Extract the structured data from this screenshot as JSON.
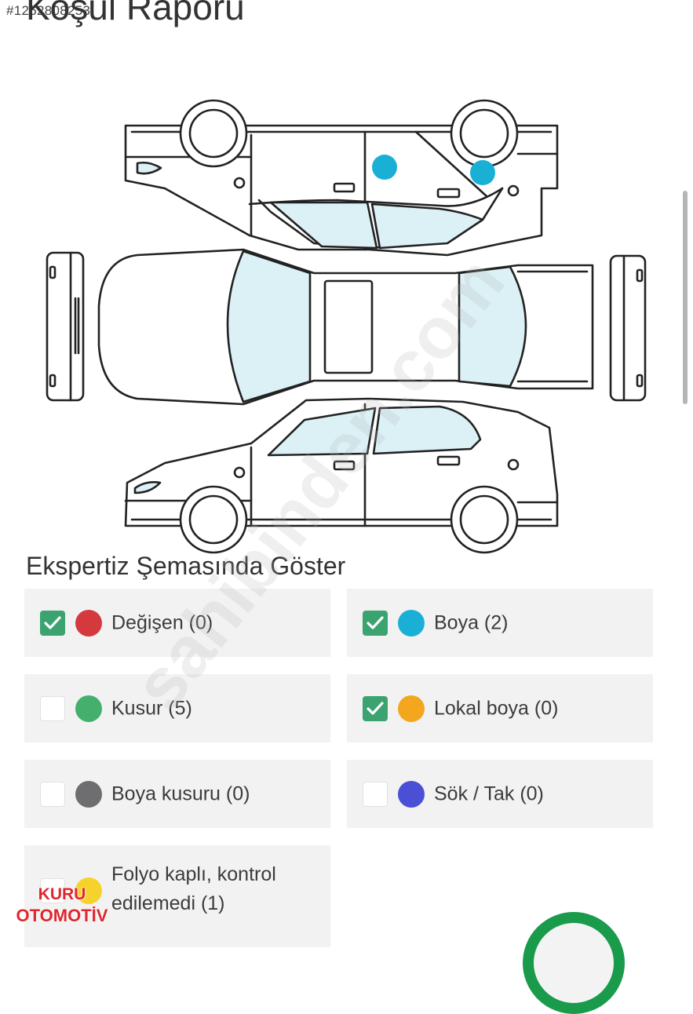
{
  "listing_id": "#1252808253",
  "page_title": "Koşul Raporu",
  "section_title": "Ekspertiz Şemasında Göster",
  "watermark_text": "sahibinden.com",
  "colors": {
    "changed": "#d3393d",
    "painted": "#1ab0d6",
    "defect": "#45b06e",
    "local_paint": "#f2a71f",
    "paint_defect": "#6e6e70",
    "removed": "#4a4fd6",
    "film": "#f6d32c",
    "checkbox_green": "#3aa36f",
    "glass": "#dcf1f6"
  },
  "legend": [
    {
      "label": "Değişen (0)",
      "checked": true,
      "dot": "changed"
    },
    {
      "label": "Boya (2)",
      "checked": true,
      "dot": "painted"
    },
    {
      "label": "Kusur (5)",
      "checked": false,
      "dot": "defect"
    },
    {
      "label": "Lokal boya (0)",
      "checked": true,
      "dot": "local_paint"
    },
    {
      "label": "Boya kusuru (0)",
      "checked": false,
      "dot": "paint_defect"
    },
    {
      "label": "Sök / Tak (0)",
      "checked": false,
      "dot": "removed"
    },
    {
      "label": "Folyo kaplı, kontrol\nedilemedi (1)",
      "checked": false,
      "dot": "film"
    }
  ],
  "dealer_logo": {
    "line1": "KURU",
    "line2": "OTOMOTİV"
  }
}
